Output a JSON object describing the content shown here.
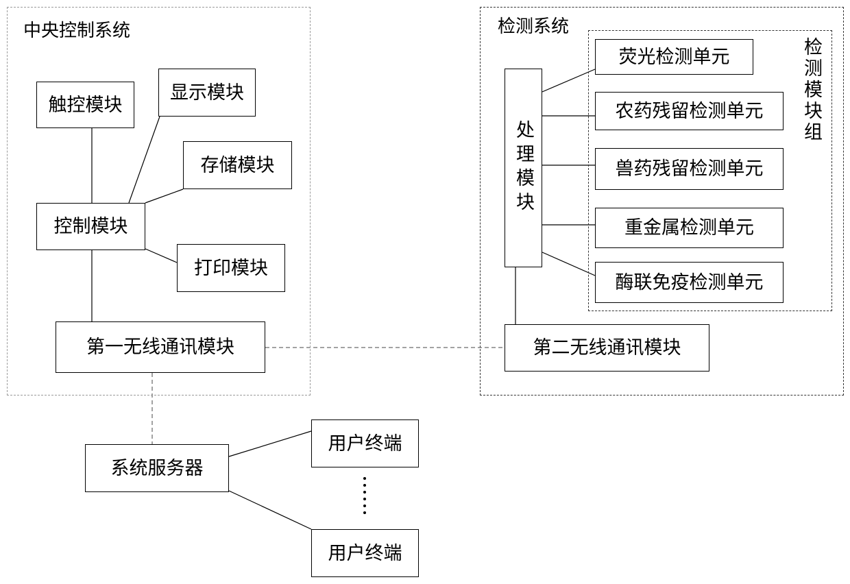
{
  "central_system": {
    "title": "中央控制系统",
    "touch_module": "触控模块",
    "display_module": "显示模块",
    "storage_module": "存储模块",
    "control_module": "控制模块",
    "print_module": "打印模块",
    "wireless_1": "第一无线通讯模块"
  },
  "detection_system": {
    "title": "检测系统",
    "processing_module": "处理模块",
    "module_group_label": "检测模块组",
    "units": [
      "荧光检测单元",
      "农药残留检测单元",
      "兽药残留检测单元",
      "重金属检测单元",
      "酶联免疫检测单元"
    ],
    "wireless_2": "第二无线通讯模块"
  },
  "server": {
    "label": "系统服务器"
  },
  "terminals": [
    "用户终端",
    "用户终端"
  ],
  "ellipsis": "⋮"
}
